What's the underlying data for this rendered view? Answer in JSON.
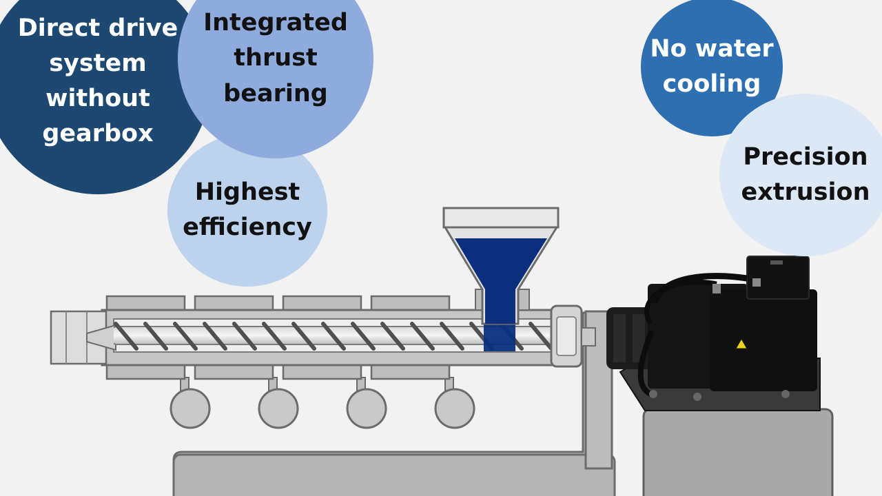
{
  "features": {
    "direct_drive": {
      "text": "Direct drive\nsystem\nwithout\ngearbox",
      "bg": "#1c4871",
      "fg": "#ffffff"
    },
    "thrust_bearing": {
      "text": "Integrated\nthrust\nbearing",
      "bg": "#8faadc",
      "fg": "#111111"
    },
    "efficiency": {
      "text": "Highest\nefficiency",
      "bg": "#bdd2ec",
      "fg": "#111111"
    },
    "no_water": {
      "text": "No water\ncooling",
      "bg": "#2e6fb2",
      "fg": "#ffffff"
    },
    "precision": {
      "text": "Precision\nextrusion",
      "bg": "#dce8f5",
      "fg": "#111111"
    }
  },
  "icons": [
    "extruder-barrel-icon",
    "screw-icon",
    "hopper-icon",
    "heater-band-icon",
    "servo-motor-icon",
    "warning-triangle-icon"
  ],
  "colors": {
    "machine_gray": "#b4b4b4",
    "outline": "#6b6b6b",
    "material_blue": "#0b2f7d",
    "motor_black": "#151515",
    "warning_yellow": "#f0d21e"
  }
}
